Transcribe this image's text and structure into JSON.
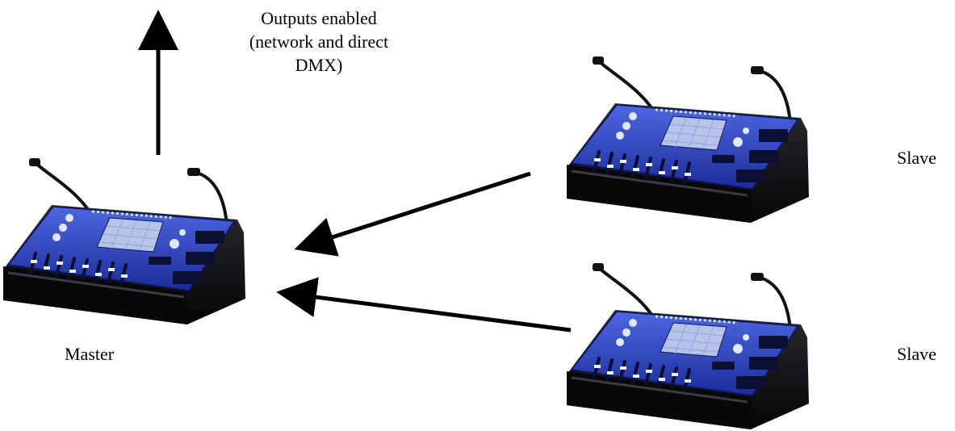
{
  "outputs_note": {
    "lines": [
      "Outputs enabled",
      "(network and direct",
      "DMX)"
    ]
  },
  "nodes": {
    "master": {
      "label": "Master",
      "role": "master"
    },
    "slave_top": {
      "label": "Slave",
      "role": "slave"
    },
    "slave_bottom": {
      "label": "Slave",
      "role": "slave"
    }
  },
  "connections": [
    {
      "from": "slave_top",
      "to": "master"
    },
    {
      "from": "slave_bottom",
      "to": "master"
    },
    {
      "from": "master",
      "to": "outputs_note"
    }
  ],
  "colors": {
    "console_blue": "#2f48c9",
    "console_dark_blue": "#13227a",
    "console_shell": "#0d0d10",
    "screen": "#b7c4e8",
    "arrow": "#000000"
  }
}
